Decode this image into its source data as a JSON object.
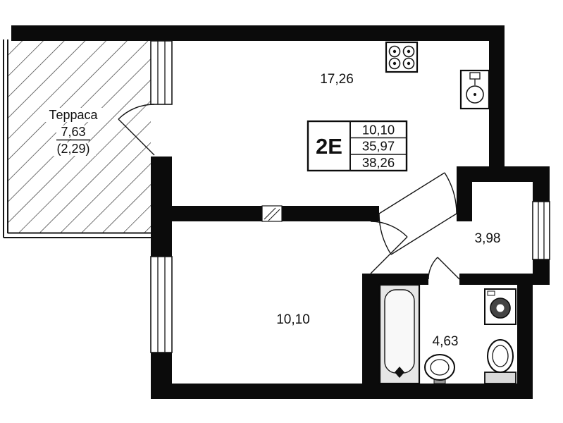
{
  "plan": {
    "stamp": {
      "type_label": "2E",
      "room_area": "10,10",
      "living_area": "35,97",
      "total_area": "38,26"
    },
    "rooms": {
      "living_kitchen_area": "17,26",
      "bedroom_area": "10,10",
      "hall_area": "3,98",
      "bathroom_area": "4,63"
    },
    "terrace": {
      "name": "Терраса",
      "area": "7,63",
      "area_reduced": "(2,29)"
    },
    "colors": {
      "wall": "#0b0b0b",
      "line": "#151515",
      "fixture": "#e6e6e6",
      "background": "#ffffff"
    }
  }
}
